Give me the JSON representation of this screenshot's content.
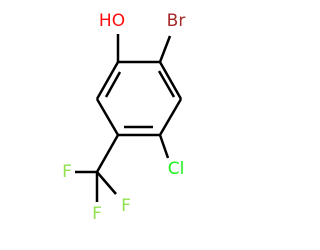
{
  "molecule": {
    "atoms": [
      {
        "id": "oh",
        "symbol": "HO",
        "color": "#FF0D0D"
      },
      {
        "id": "br",
        "symbol": "Br",
        "color": "#A62929"
      },
      {
        "id": "cl",
        "symbol": "Cl",
        "color": "#1FF01F"
      },
      {
        "id": "f1",
        "symbol": "F",
        "color": "#90E050"
      },
      {
        "id": "f2",
        "symbol": "F",
        "color": "#90E050"
      },
      {
        "id": "f3",
        "symbol": "F",
        "color": "#90E050"
      }
    ]
  }
}
